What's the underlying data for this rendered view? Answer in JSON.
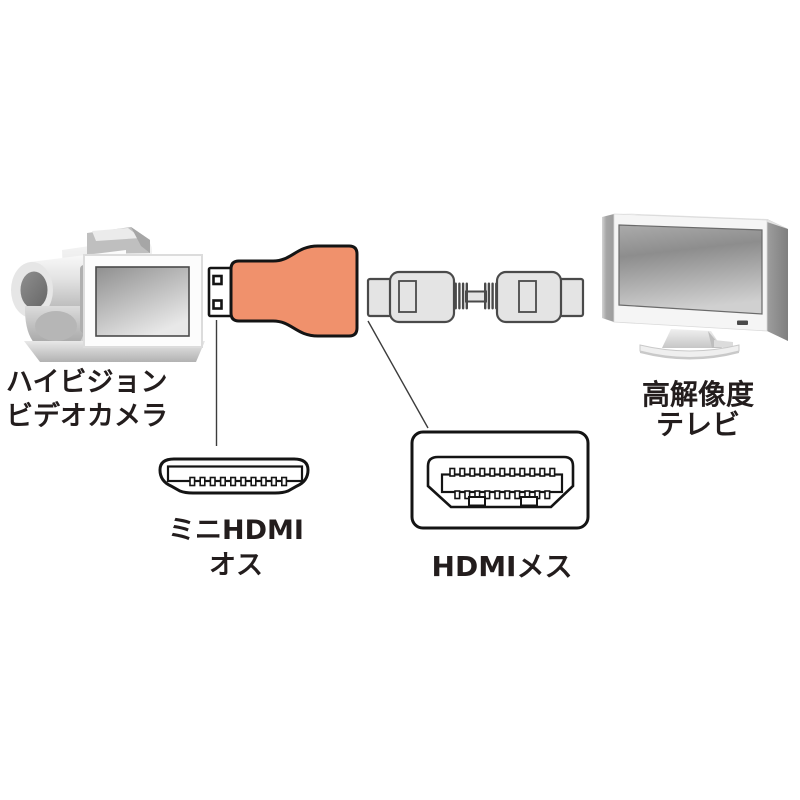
{
  "labels": {
    "camera": {
      "line1": "ハイビジョン",
      "line2": "ビデオカメラ"
    },
    "mini_hdmi": {
      "line1": "ミニHDMI",
      "line2": "オス"
    },
    "hdmi_female": {
      "line1": "HDMIメス"
    },
    "tv": {
      "line1": "高解像度",
      "line2": "テレビ"
    }
  },
  "colors": {
    "background": "#FFFFFF",
    "adapter_body": "#F0916C",
    "diagram_outline": "#141414",
    "cable_fill": "#E4E4E4",
    "cable_outline": "#4A4A4A",
    "leader_line": "#3C3C3C",
    "label_text": "#231D1D"
  },
  "icons": {
    "camcorder": "camcorder-illustration",
    "adapter": "mini-hdmi-adapter-illustration",
    "cable": "hdmi-cable-illustration",
    "tv": "widescreen-tv-illustration",
    "mini_hdmi_diagram": "mini-hdmi-male-connector-diagram",
    "hdmi_female_diagram": "hdmi-female-port-diagram"
  }
}
